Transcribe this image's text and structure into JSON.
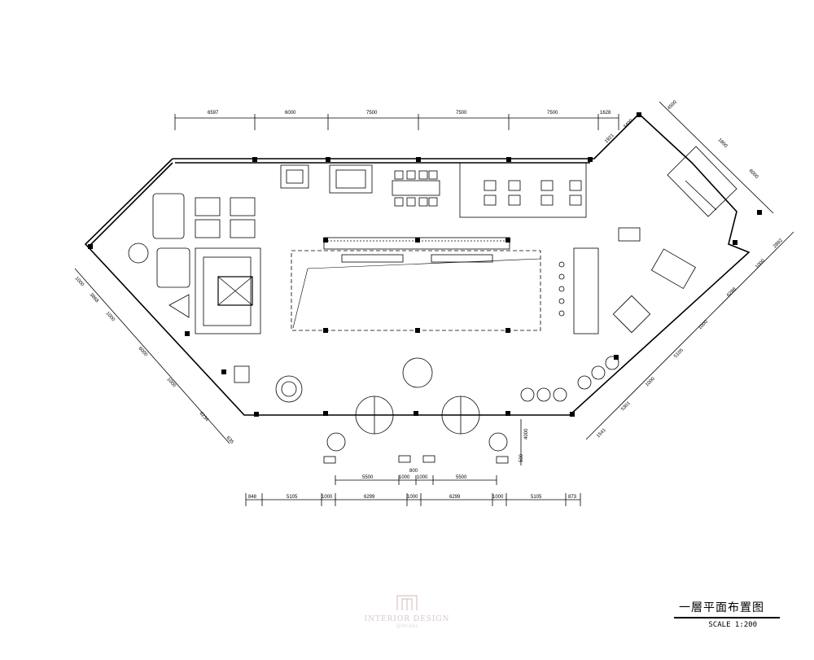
{
  "drawing": {
    "title": "一層平面布置图",
    "scale": "SCALE 1:200"
  },
  "watermark": {
    "text": "INTERIOR DESIGN",
    "sub": "@mt-bbs"
  },
  "dimensions": {
    "top": [
      "6597",
      "6000",
      "7500",
      "7500",
      "7500",
      "1628"
    ],
    "bottom": [
      "848",
      "5105",
      "1000",
      "6299",
      "1000",
      "6299",
      "1000",
      "5105",
      "873"
    ],
    "entrance": [
      "5500",
      "1000",
      "1000",
      "5500"
    ],
    "entrance_center": "800",
    "entrance_depth": "4000",
    "entrance_small": "500",
    "left_diag": [
      "1000",
      "3868",
      "1000",
      "6000",
      "1000",
      "6234",
      "635"
    ],
    "right_diag": [
      "2892",
      "1000",
      "6288",
      "1000",
      "5105",
      "1000",
      "5301",
      "1541"
    ],
    "top_right": [
      "4500",
      "3400",
      "1921",
      "1800",
      "6000"
    ]
  },
  "colors": {
    "line": "#000000",
    "watermark": "#d8c0c0"
  }
}
